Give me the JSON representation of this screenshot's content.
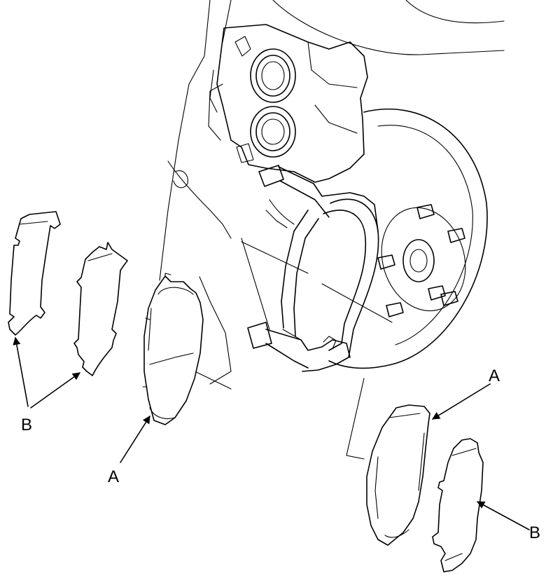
{
  "callouts": {
    "pad_left": "A",
    "shims_left": "B",
    "pad_right": "A",
    "shim_right": "B"
  }
}
